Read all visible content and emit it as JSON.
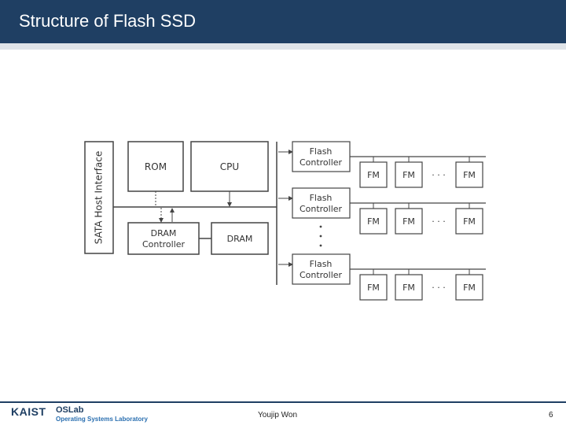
{
  "slide": {
    "title": "Structure of Flash SSD",
    "author": "Youjip Won",
    "page_number": "6"
  },
  "footer": {
    "logo_kaist": "KAIST",
    "logo_oslab": "OSLab",
    "logo_oslab_sub": "Operating Systems Laboratory"
  },
  "diagram": {
    "host_interface": "SATA Host Interface",
    "rom": "ROM",
    "cpu": "CPU",
    "dram_controller": [
      "DRAM",
      "Controller"
    ],
    "dram": "DRAM",
    "flash_controllers": [
      [
        "Flash",
        "Controller"
      ],
      [
        "Flash",
        "Controller"
      ],
      [
        "Flash",
        "Controller"
      ]
    ],
    "fm_label": "FM",
    "ellipsis": "· · ·"
  },
  "colors": {
    "title_bar": "#1f3f63",
    "diagram_line": "#444444"
  }
}
